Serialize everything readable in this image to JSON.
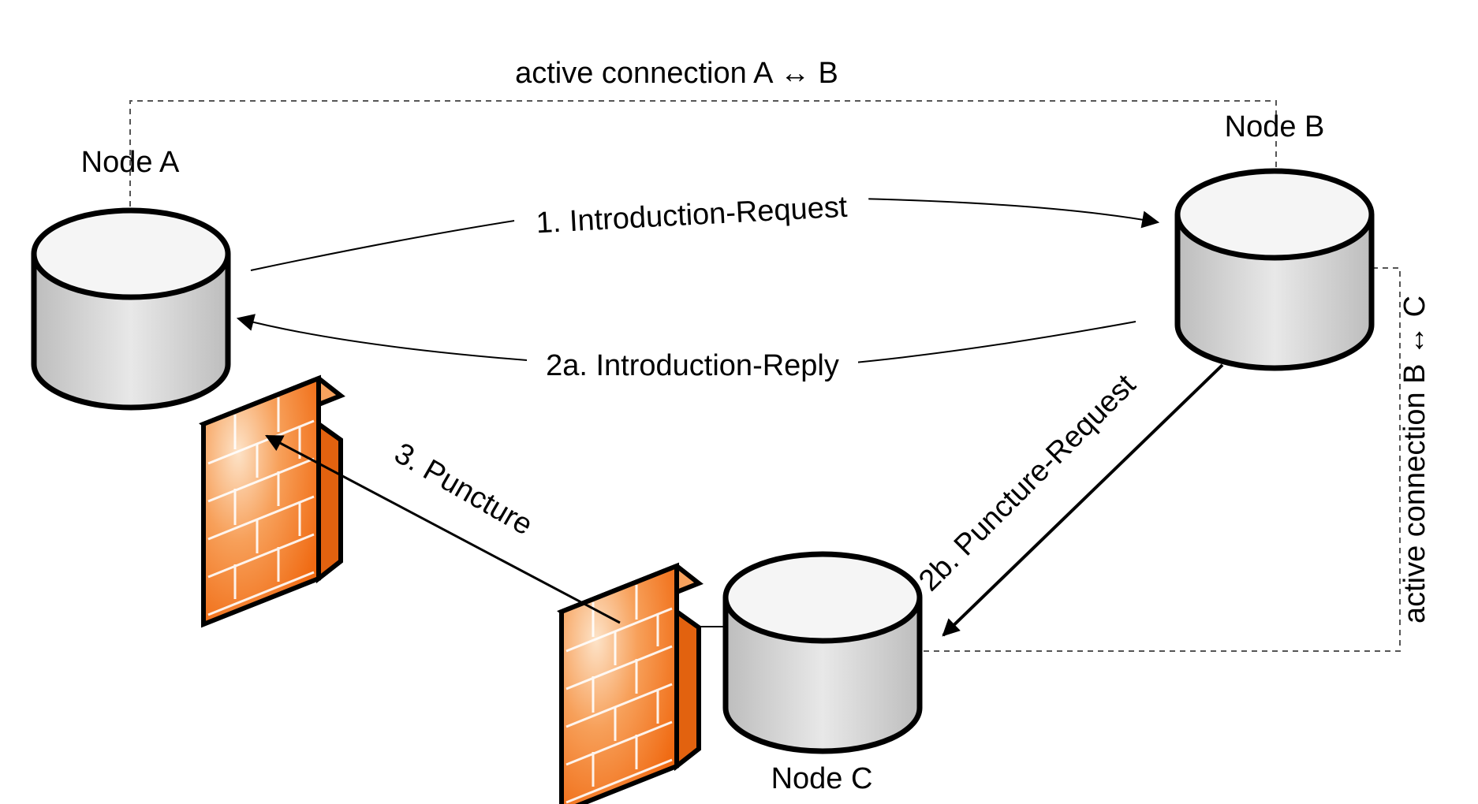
{
  "nodes": {
    "a": {
      "label": "Node A"
    },
    "b": {
      "label": "Node B"
    },
    "c": {
      "label": "Node C"
    }
  },
  "edges": {
    "active_ab": {
      "label": "active connection A ↔ B"
    },
    "active_bc": {
      "label": "active connection B ↔ C"
    },
    "intro_request": {
      "label": "1. Introduction-Request"
    },
    "intro_reply": {
      "label": "2a. Introduction-Reply"
    },
    "puncture_request": {
      "label": "2b. Puncture-Request"
    },
    "puncture": {
      "label": "3. Puncture"
    }
  },
  "colors": {
    "firewall_face": "#f57a1e",
    "firewall_light": "#fbd0a8",
    "firewall_side": "#e05e0a",
    "cylinder_body": "#d6d6d6",
    "cylinder_top": "#f4f4f4",
    "outline": "#000000",
    "dashed_line": "#555555"
  },
  "icons": [
    "database-icon",
    "firewall-icon"
  ]
}
